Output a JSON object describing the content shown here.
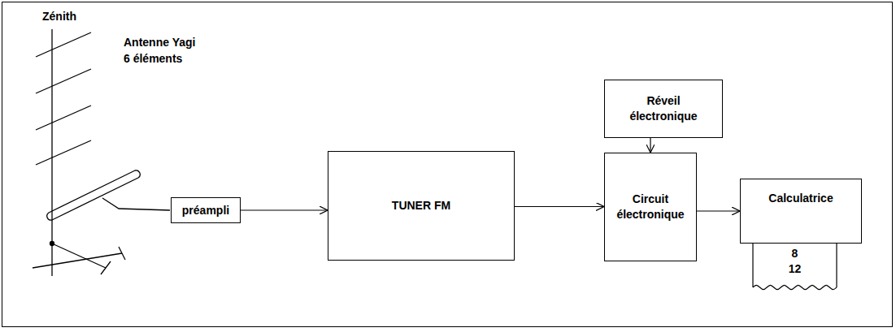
{
  "diagram": {
    "nodes": [
      {
        "text": [
          "préampli"
        ]
      },
      {
        "text": [
          "TUNER FM"
        ]
      },
      {
        "text": [
          "Réveil électronique"
        ]
      },
      {
        "text": [
          "Circuit électronique"
        ]
      },
      {
        "text": [
          "Calculatrice"
        ]
      },
      {
        "text": [
          "8",
          "12"
        ]
      }
    ],
    "edges": [
      {
        "from": 0,
        "to": 1,
        "arrow": "to"
      },
      {
        "from": 1,
        "to": 3,
        "arrow": "to"
      },
      {
        "from": 2,
        "to": 3,
        "arrow": "to"
      },
      {
        "from": 3,
        "to": 4,
        "arrow": "to"
      }
    ],
    "labels": [
      "Zénith",
      "Antenne Yagi 6 éléments"
    ]
  }
}
